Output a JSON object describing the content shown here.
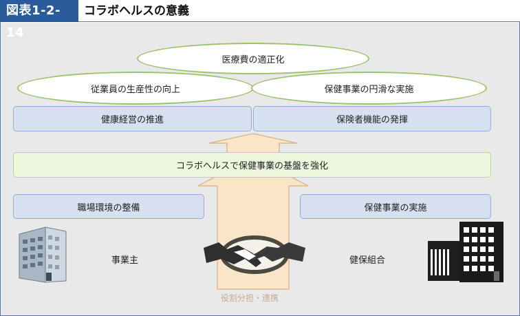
{
  "header": {
    "figure_label": "図表1-2-14",
    "title": "コラボヘルスの意義"
  },
  "ellipses": {
    "top": "医療費の適正化",
    "left": "従業員の生産性の向上",
    "right": "保健事業の円滑な実施"
  },
  "row_boxes": {
    "left": "健康経営の推進",
    "right": "保険者機能の発揮"
  },
  "center_bar": "コラボヘルスで保健事業の基盤を強化",
  "lower_boxes": {
    "left": "職場環境の整備",
    "right": "保健事業の実施"
  },
  "actors": {
    "employer": "事業主",
    "insurer": "健保組合"
  },
  "arrow_caption": "役割分担・連携",
  "icons": [
    "office-building-icon",
    "handshake-icon",
    "dark-office-building-icon"
  ],
  "colors": {
    "header_blue": "#2a5b9a",
    "ellipse_border": "#9cc36a",
    "box_blue": "#d8e1f1",
    "bar_green": "#eef6dd",
    "arrow_fill": "#fbe5c9",
    "arrow_stroke": "#d9b88d"
  }
}
